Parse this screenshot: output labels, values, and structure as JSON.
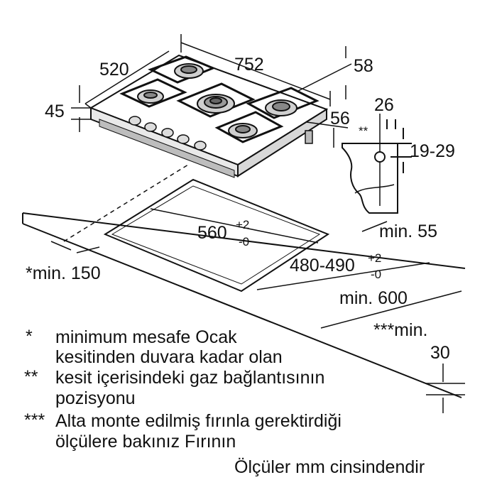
{
  "dimensions": {
    "width_top": "520",
    "length_top": "752",
    "front_58": "58",
    "height_45": "45",
    "depth_56": "56",
    "bracket_26": "26",
    "bracket_marker": "**",
    "bracket_range": "19-29",
    "cutout_width": "560",
    "cutout_width_tol_plus": "+2",
    "cutout_width_tol_minus": "-0",
    "cutout_depth": "480-490",
    "cutout_depth_tol_plus": "+2",
    "cutout_depth_tol_minus": "-0",
    "min_rear": "min. 55",
    "min_side": "*min. 150",
    "min_depth": "min. 600",
    "min_oven_label": "***min.",
    "min_oven_value": "30"
  },
  "notes": [
    {
      "mark": "*",
      "lines": [
        "minimum mesafe Ocak",
        "kesitinden duvara kadar olan"
      ]
    },
    {
      "mark": "**",
      "lines": [
        "kesit içerisindeki gaz bağlantısının",
        "pozisyonu"
      ]
    },
    {
      "mark": "***",
      "lines": [
        "Alta monte edilmiş fırınla gerektirdiği",
        "ölçülere bakınız Fırının"
      ]
    }
  ],
  "footer": "Ölçüler mm cinsindendir"
}
